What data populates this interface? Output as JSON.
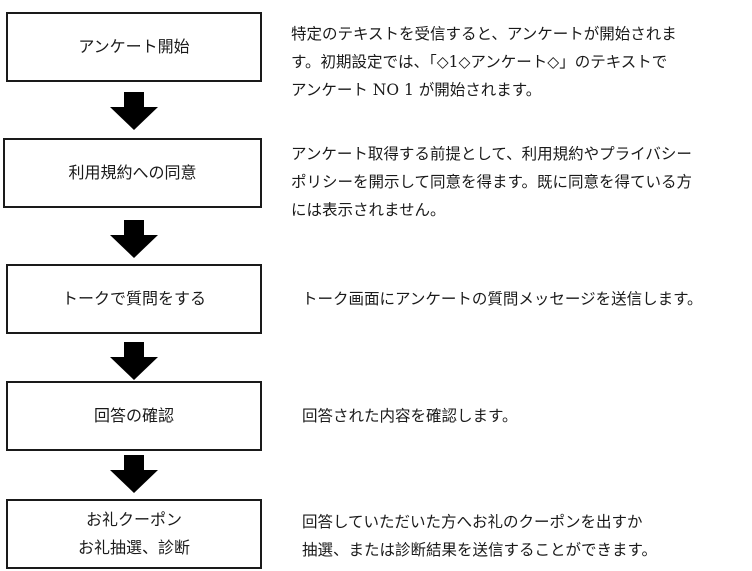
{
  "flow": {
    "steps": [
      {
        "box_lines": [
          "アンケート開始"
        ],
        "desc_lines": [
          "特定のテキストを受信すると、アンケートが開始されま",
          "す。初期設定では、「◇1◇アンケート◇」のテキストで",
          "アンケート NO 1 が開始されます。"
        ]
      },
      {
        "box_lines": [
          "利用規約への同意"
        ],
        "desc_lines": [
          "アンケート取得する前提として、利用規約やプライバシー",
          "ポリシーを開示して同意を得ます。既に同意を得ている方",
          "には表示されません。"
        ]
      },
      {
        "box_lines": [
          "トークで質問をする"
        ],
        "desc_lines": [
          "トーク画面にアンケートの質問メッセージを送信します。"
        ]
      },
      {
        "box_lines": [
          "回答の確認"
        ],
        "desc_lines": [
          "回答された内容を確認します。"
        ]
      },
      {
        "box_lines": [
          "お礼クーポン",
          "お礼抽選、診断"
        ],
        "desc_lines": [
          "回答していただいた方へお礼のクーポンを出すか",
          "抽選、または診断結果を送信することができます。"
        ]
      }
    ]
  }
}
